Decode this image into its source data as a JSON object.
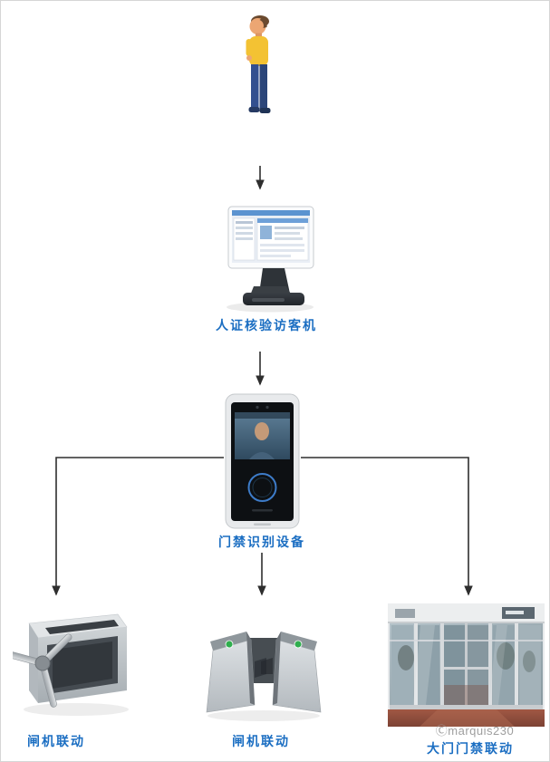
{
  "labels": {
    "visitor_machine": "人证核验访客机",
    "access_device": "门禁识别设备",
    "left_gate": "闸机联动",
    "middle_gate": "闸机联动",
    "main_door": "大门门禁联动"
  },
  "watermark": {
    "text": "Ⓒmarquis230"
  },
  "icons": {
    "person": "visitor-person-illustration",
    "visitor_machine": "id-verification-kiosk-illustration",
    "access_device": "face-recognition-terminal-illustration",
    "left_gate": "tripod-turnstile-illustration",
    "middle_gate": "flap-barrier-gate-illustration",
    "main_door": "glass-entrance-doors-photo"
  },
  "colors": {
    "label_blue": "#1b6ec2",
    "connector": "#2e2e2e",
    "watermark": "#9e9e9e",
    "background": "#ffffff"
  }
}
